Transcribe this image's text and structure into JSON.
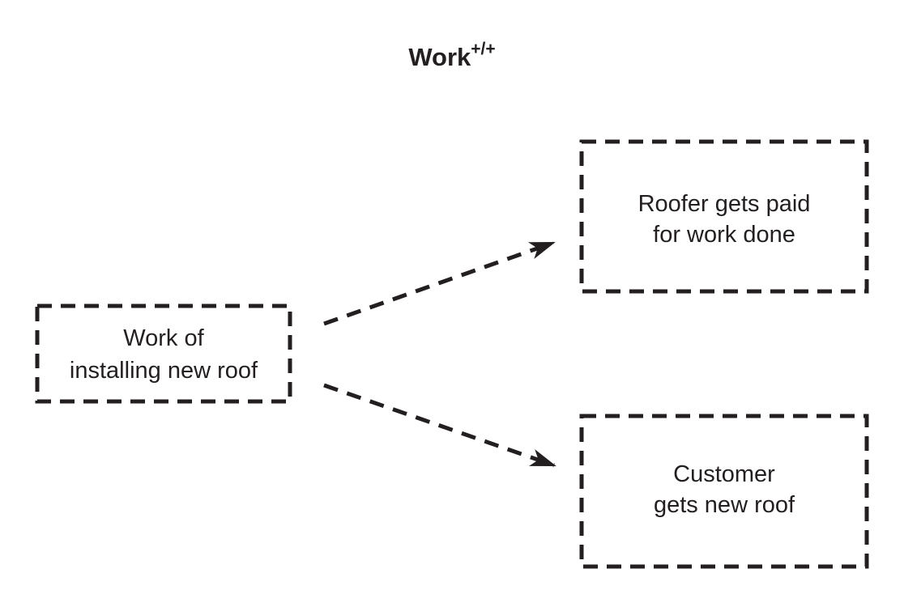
{
  "title": {
    "word": "Work",
    "superscript": "+/+"
  },
  "nodes": {
    "source": {
      "id": "work-of-installing-new-roof",
      "lines": [
        "Work of",
        "installing new roof"
      ]
    },
    "outcome_top": {
      "id": "roofer-gets-paid",
      "lines": [
        "Roofer gets paid",
        "for work done"
      ]
    },
    "outcome_bottom": {
      "id": "customer-gets-new-roof",
      "lines": [
        "Customer",
        "gets new roof"
      ]
    }
  },
  "edges": [
    {
      "from": "work-of-installing-new-roof",
      "to": "roofer-gets-paid",
      "style": "dashed-arrow"
    },
    {
      "from": "work-of-installing-new-roof",
      "to": "customer-gets-new-roof",
      "style": "dashed-arrow"
    }
  ],
  "colors": {
    "ink": "#231f20",
    "background": "#ffffff"
  }
}
